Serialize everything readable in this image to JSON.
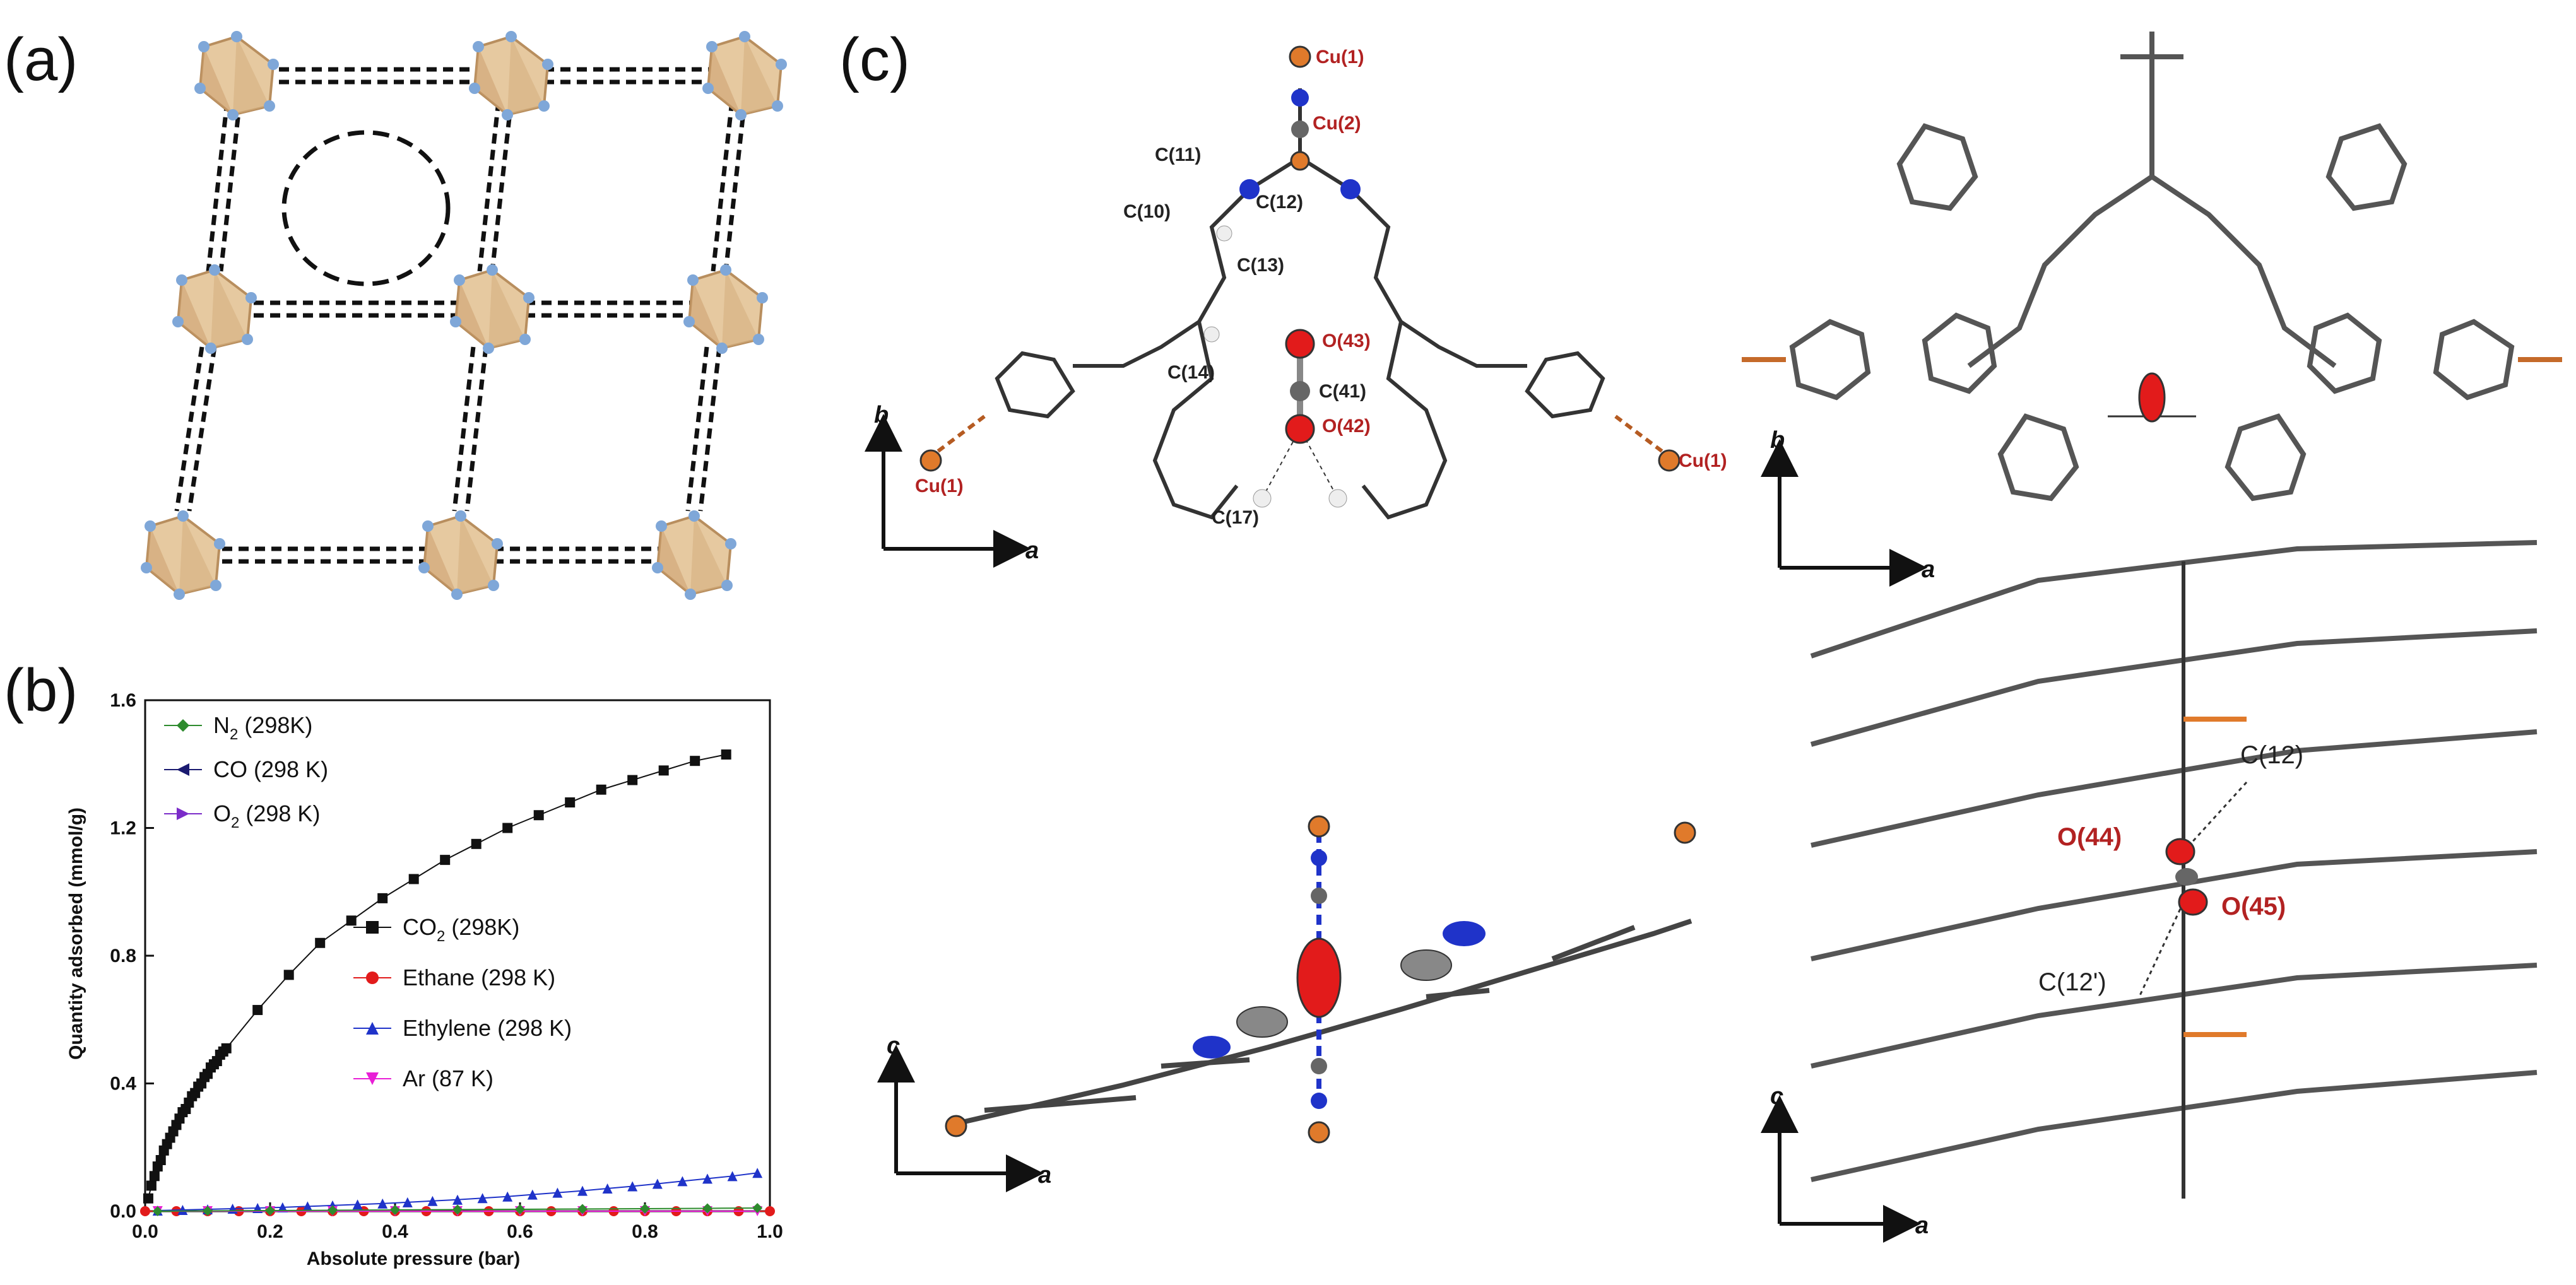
{
  "panels": {
    "a": "(a)",
    "b": "(b)",
    "c": "(c)"
  },
  "chart_data": {
    "type": "line",
    "xlabel": "Absolute pressure (bar)",
    "ylabel": "Quantity adsorbed (mmol/g)",
    "xlim": [
      0.0,
      1.0
    ],
    "ylim": [
      0.0,
      1.6
    ],
    "xticks": [
      "0.0",
      "0.2",
      "0.4",
      "0.6",
      "0.8",
      "1.0"
    ],
    "yticks": [
      "0.0",
      "0.4",
      "0.8",
      "1.2",
      "1.6"
    ],
    "legend_top": [
      {
        "label": "N",
        "sub": "2",
        "rest": " (298K)",
        "color": "#2e8b2e",
        "marker": "diamond"
      },
      {
        "label": "CO (298 K)",
        "sub": "",
        "rest": "",
        "color": "#1a1a70",
        "marker": "triangle-left"
      },
      {
        "label": "O",
        "sub": "2",
        "rest": " (298 K)",
        "color": "#7b2cc9",
        "marker": "triangle-right"
      }
    ],
    "legend_main": [
      {
        "label": "CO",
        "sub": "2",
        "rest": " (298K)",
        "color": "#111111",
        "marker": "square"
      },
      {
        "label": "Ethane (298 K)",
        "sub": "",
        "rest": "",
        "color": "#e21b1b",
        "marker": "circle"
      },
      {
        "label": "Ethylene (298 K)",
        "sub": "",
        "rest": "",
        "color": "#1f33c9",
        "marker": "triangle-up"
      },
      {
        "label": "Ar (87 K)",
        "sub": "",
        "rest": "",
        "color": "#e81fd6",
        "marker": "triangle-down"
      }
    ],
    "series": [
      {
        "name": "CO2 (298K)",
        "color": "#111111",
        "marker": "square",
        "x": [
          0.005,
          0.01,
          0.015,
          0.02,
          0.025,
          0.03,
          0.035,
          0.04,
          0.045,
          0.05,
          0.055,
          0.06,
          0.065,
          0.07,
          0.075,
          0.08,
          0.085,
          0.09,
          0.095,
          0.1,
          0.105,
          0.11,
          0.115,
          0.12,
          0.125,
          0.13,
          0.18,
          0.23,
          0.28,
          0.33,
          0.38,
          0.43,
          0.48,
          0.53,
          0.58,
          0.63,
          0.68,
          0.73,
          0.78,
          0.83,
          0.88,
          0.93
        ],
        "y": [
          0.04,
          0.08,
          0.11,
          0.14,
          0.16,
          0.19,
          0.21,
          0.23,
          0.25,
          0.27,
          0.29,
          0.31,
          0.32,
          0.34,
          0.36,
          0.37,
          0.39,
          0.4,
          0.42,
          0.43,
          0.45,
          0.46,
          0.47,
          0.49,
          0.5,
          0.51,
          0.63,
          0.74,
          0.84,
          0.91,
          0.98,
          1.04,
          1.1,
          1.15,
          1.2,
          1.24,
          1.28,
          1.32,
          1.35,
          1.38,
          1.41,
          1.43
        ]
      },
      {
        "name": "Ethane (298 K)",
        "color": "#e21b1b",
        "marker": "circle",
        "x": [
          0.0,
          0.05,
          0.1,
          0.15,
          0.2,
          0.25,
          0.3,
          0.35,
          0.4,
          0.45,
          0.5,
          0.55,
          0.6,
          0.65,
          0.7,
          0.75,
          0.8,
          0.85,
          0.9,
          0.95,
          1.0
        ],
        "y": [
          0.0,
          0.0,
          0.0,
          0.0,
          0.0,
          0.0,
          0.0,
          0.0,
          0.0,
          0.0,
          0.0,
          0.0,
          0.0,
          0.0,
          0.0,
          0.0,
          0.0,
          0.0,
          0.0,
          0.0,
          0.0
        ]
      },
      {
        "name": "Ethylene (298 K)",
        "color": "#1f33c9",
        "marker": "triangle-up",
        "x": [
          0.02,
          0.06,
          0.1,
          0.14,
          0.18,
          0.22,
          0.26,
          0.3,
          0.34,
          0.38,
          0.42,
          0.46,
          0.5,
          0.54,
          0.58,
          0.62,
          0.66,
          0.7,
          0.74,
          0.78,
          0.82,
          0.86,
          0.9,
          0.94,
          0.98
        ],
        "y": [
          0.002,
          0.004,
          0.006,
          0.008,
          0.01,
          0.012,
          0.015,
          0.018,
          0.021,
          0.024,
          0.028,
          0.032,
          0.036,
          0.041,
          0.046,
          0.052,
          0.058,
          0.064,
          0.071,
          0.078,
          0.086,
          0.094,
          0.102,
          0.11,
          0.12
        ]
      },
      {
        "name": "Ar (87 K)",
        "color": "#e81fd6",
        "marker": "triangle-down",
        "x": [
          0.02,
          0.1,
          0.2,
          0.3,
          0.4,
          0.5,
          0.6,
          0.7,
          0.8,
          0.9,
          0.98
        ],
        "y": [
          0.0,
          0.0,
          0.0,
          0.0,
          0.0,
          0.0,
          0.0,
          0.0,
          0.0,
          0.0,
          0.0
        ]
      },
      {
        "name": "N2 (298K)",
        "color": "#2e8b2e",
        "marker": "diamond",
        "x": [
          0.02,
          0.1,
          0.2,
          0.3,
          0.4,
          0.5,
          0.6,
          0.7,
          0.8,
          0.9,
          0.98
        ],
        "y": [
          0.0,
          0.001,
          0.002,
          0.003,
          0.004,
          0.005,
          0.006,
          0.007,
          0.008,
          0.009,
          0.01
        ]
      }
    ]
  },
  "structure_c": {
    "top_left": {
      "labels_red": [
        "Cu(1)",
        "Cu(2)",
        "Cu(1)",
        "O(43)",
        "O(42)",
        "Cu(1)"
      ],
      "labels_black": [
        "C(11)",
        "C(10)",
        "C(12)",
        "C(13)",
        "C(14)",
        "C(41)",
        "C(17)"
      ],
      "axis": {
        "x": "a",
        "y": "b"
      }
    },
    "top_right": {
      "axis": {
        "x": "a",
        "y": "b"
      }
    },
    "bottom_left": {
      "axis": {
        "x": "a",
        "y": "c"
      }
    },
    "bottom_right": {
      "labels_red": [
        "O(44)",
        "O(45)"
      ],
      "labels_black": [
        "C(12)",
        "C(12')"
      ],
      "axis": {
        "x": "a",
        "y": "c"
      }
    }
  }
}
